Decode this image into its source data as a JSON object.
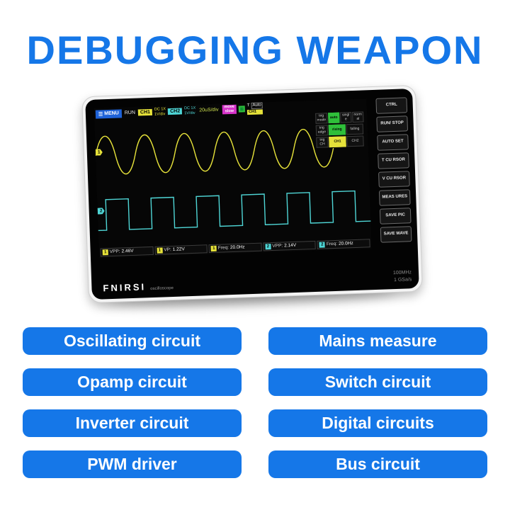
{
  "title": "DEBUGGING WEAPON",
  "device": {
    "brand": "FNIRSI",
    "brand_sub": "oscilloscope",
    "spec_line1": "100MHz",
    "spec_line2": "1 GSa/s",
    "topbar": {
      "menu": "MENU",
      "run": "RUN",
      "ch1_label": "CH1",
      "ch1_coupling": "DC 1X",
      "ch1_scale": "1V/div",
      "ch2_label": "CH2",
      "ch2_coupling": "DC 1X",
      "ch2_scale": "1V/div",
      "timebase": "20uS/div",
      "move_line1": "move",
      "move_line2": "slow",
      "trig_t": "T",
      "trig_auto": "Auto",
      "trig_ch": "CH1"
    },
    "trig_menu": {
      "mode_label": "trig mode",
      "mode_options": [
        "auto",
        "single",
        "normal"
      ],
      "edge_label": "trig edge",
      "edge_options": [
        "rising",
        "falling"
      ],
      "ch_label": "trig CH",
      "ch_options": [
        "CH1",
        "CH2"
      ]
    },
    "side_buttons": [
      "CTRL",
      "RUN/ STOP",
      "AUTO SET",
      "T CU RSOR",
      "V CU RSOR",
      "MEAS URES",
      "SAVE PIC",
      "SAVE WAVE"
    ],
    "measurements": [
      {
        "ch": "1",
        "label": "VPP:",
        "value": "2.46V"
      },
      {
        "ch": "1",
        "label": "VP:",
        "value": "1.22V"
      },
      {
        "ch": "1",
        "label": "Freq:",
        "value": "20.0Hz"
      },
      {
        "ch": "2",
        "label": "VPP:",
        "value": "2.14V"
      },
      {
        "ch": "2",
        "label": "Freq:",
        "value": "20.0Hz"
      }
    ]
  },
  "pills": [
    "Oscillating circuit",
    "Mains measure",
    "Opamp circuit",
    "Switch circuit",
    "Inverter circuit",
    "Digital circuits",
    "PWM driver",
    "Bus circuit"
  ],
  "colors": {
    "accent_blue": "#1577e8",
    "ch1_yellow": "#e6e23a",
    "ch2_cyan": "#4fd6d6",
    "trigger_green": "#2fbf3a",
    "move_magenta": "#d633c9"
  }
}
